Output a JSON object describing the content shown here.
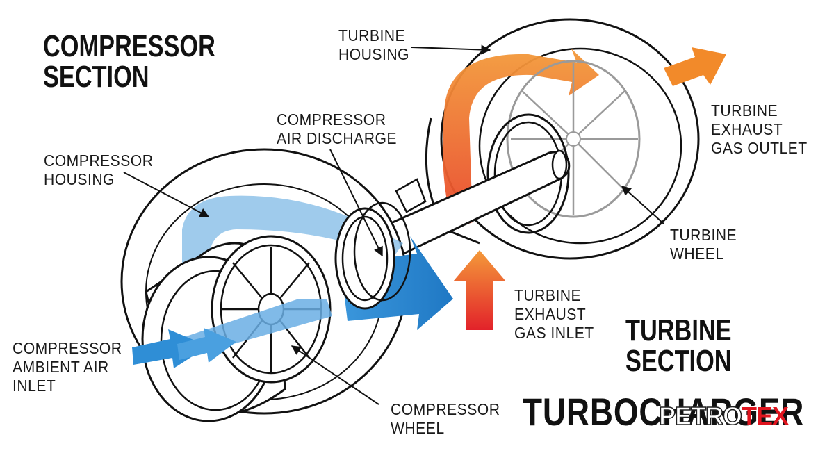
{
  "colors": {
    "cold_air": "#2f8ed6",
    "cold_air_light": "#9ccbee",
    "hot_gas": "#f07a2c",
    "hot_gas_red": "#e83a2a",
    "outline": "#111111",
    "turbine_wheel": "#9a9a9a"
  },
  "titles": {
    "compressor_section": [
      "COMPRESSOR",
      "SECTION"
    ],
    "turbine_section": [
      "TURBINE",
      "SECTION"
    ],
    "main": "TURBOCHARGER"
  },
  "labels": {
    "turbine_housing": [
      "TURBINE",
      "HOUSING"
    ],
    "compressor_air_discharge": [
      "COMPRESSOR",
      "AIR DISCHARGE"
    ],
    "compressor_housing": [
      "COMPRESSOR",
      "HOUSING"
    ],
    "turbine_exhaust_gas_outlet": [
      "TURBINE",
      "EXHAUST",
      "GAS OUTLET"
    ],
    "turbine_wheel": [
      "TURBINE",
      "WHEEL"
    ],
    "turbine_exhaust_gas_inlet": [
      "TURBINE",
      "EXHAUST",
      "GAS INLET"
    ],
    "compressor_ambient_air_inlet": [
      "COMPRESSOR",
      "AMBIENT AIR",
      "INLET"
    ],
    "compressor_wheel": [
      "COMPRESSOR",
      "WHEEL"
    ]
  },
  "watermark": {
    "part1": "PETRO",
    "part2": "TEX"
  }
}
